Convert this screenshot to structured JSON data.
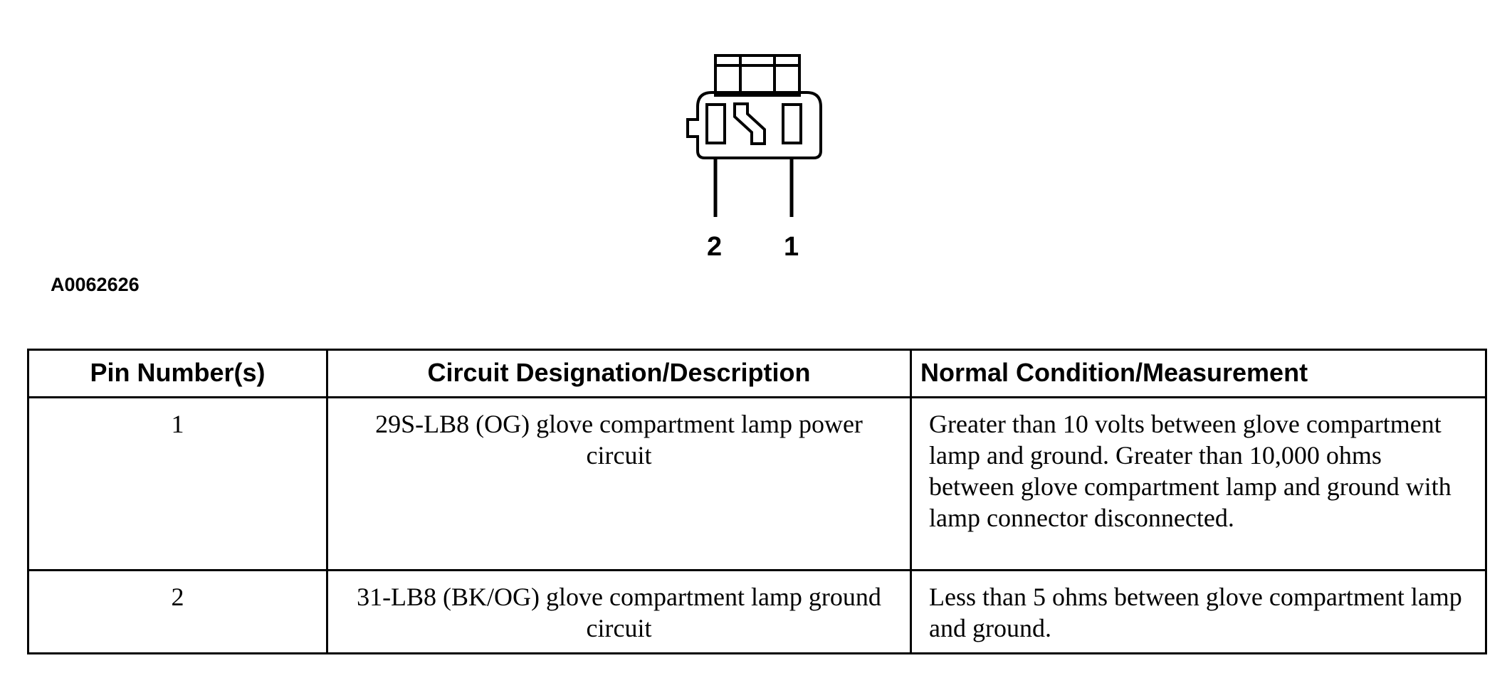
{
  "figure": {
    "pin_labels": [
      "2",
      "1"
    ],
    "id": "A0062626"
  },
  "table": {
    "headers": [
      "Pin Number(s)",
      "Circuit Designation/Description",
      "Normal Condition/Measurement"
    ],
    "rows": [
      {
        "pin": "1",
        "circuit": "29S-LB8 (OG) glove compartment lamp power circuit",
        "normal": "Greater than 10 volts between glove compartment lamp and ground. Greater than 10,000 ohms between glove compartment lamp and ground with lamp connector disconnected."
      },
      {
        "pin": "2",
        "circuit": "31-LB8 (BK/OG) glove compartment lamp ground circuit",
        "normal": "Less than 5 ohms between glove compartment lamp and ground."
      }
    ]
  }
}
